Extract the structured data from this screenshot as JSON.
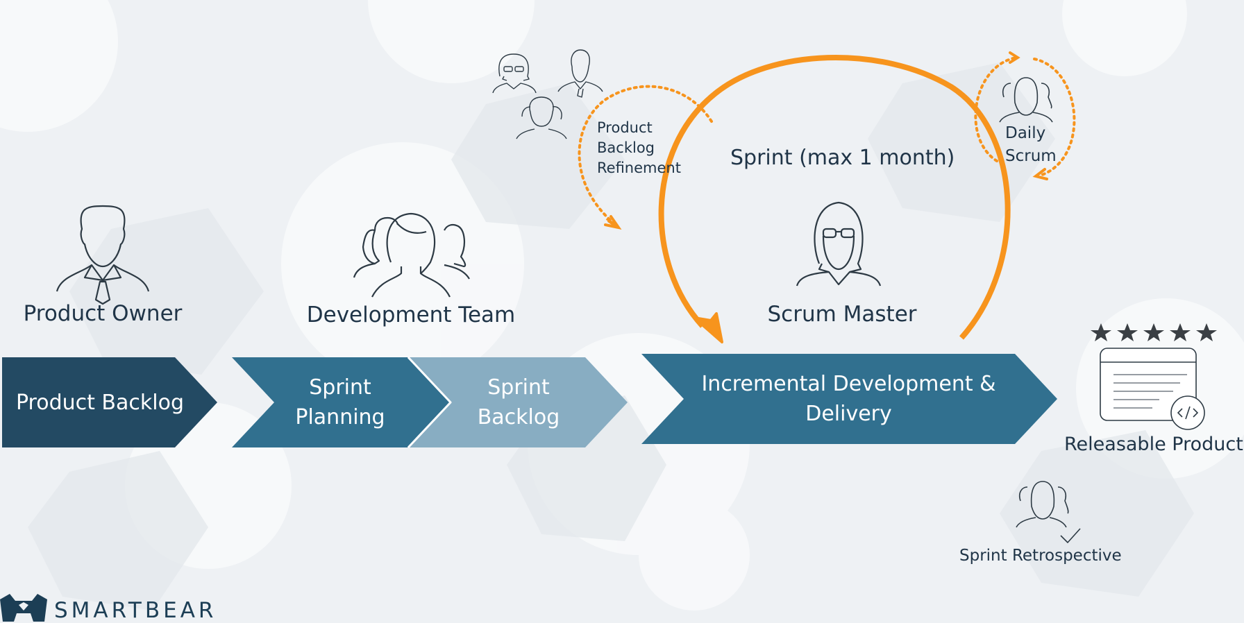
{
  "roles": {
    "product_owner": "Product Owner",
    "development_team": "Development Team",
    "scrum_master": "Scrum Master"
  },
  "chevrons": {
    "product_backlog": "Product Backlog",
    "sprint_planning": [
      "Sprint",
      "Planning"
    ],
    "sprint_backlog": [
      "Sprint",
      "Backlog"
    ],
    "incremental": [
      "Incremental Development &",
      "Delivery"
    ]
  },
  "events": {
    "sprint": "Sprint (max 1 month)",
    "backlog_refinement": [
      "Product",
      "Backlog",
      "Refinement"
    ],
    "daily_scrum": [
      "Daily",
      "Scrum"
    ],
    "retrospective": "Sprint Retrospective",
    "releasable_product": "Releasable Product"
  },
  "brand": {
    "name": "SMARTBEAR"
  },
  "colors": {
    "chevron_dark": "#234a63",
    "chevron_mid": "#31708f",
    "chevron_light": "#88adc2",
    "orange": "#f7941d",
    "icon_stroke": "#2d3a44",
    "text": "#1f3447"
  },
  "icons": [
    "man-with-tie-icon",
    "team-icon",
    "woman-with-glasses-icon",
    "product-window-icon",
    "star-icon",
    "code-icon",
    "checkmark-icon",
    "bear-logo-icon"
  ]
}
